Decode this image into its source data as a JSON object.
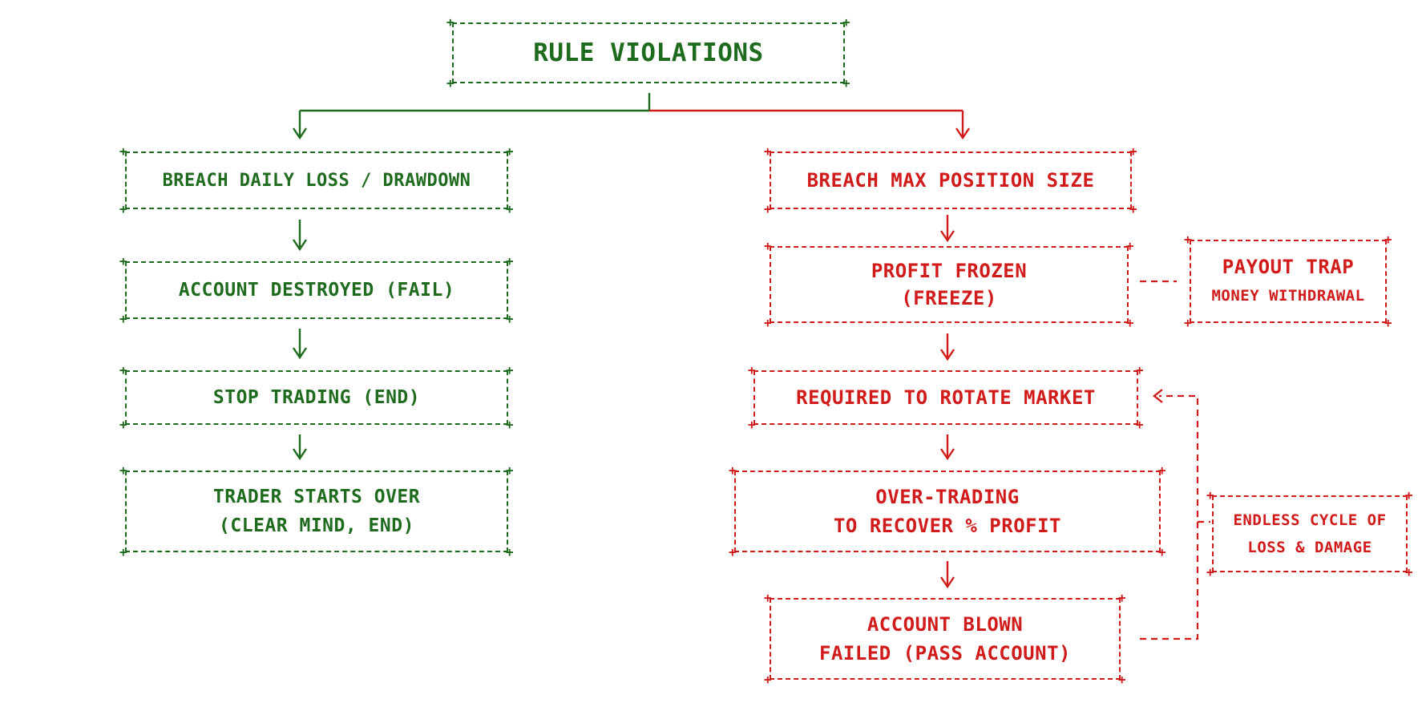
{
  "colors": {
    "green": "#1e6b1e",
    "red": "#d11a1a"
  },
  "root": {
    "title": "RULE VIOLATIONS"
  },
  "green_branch": [
    {
      "lines": [
        "BREACH DAILY LOSS / DRAWDOWN"
      ]
    },
    {
      "lines": [
        "ACCOUNT DESTROYED (FAIL)"
      ]
    },
    {
      "lines": [
        "STOP TRADING (END)"
      ]
    },
    {
      "lines": [
        "TRADER STARTS OVER",
        "(CLEAR MIND, END)"
      ]
    }
  ],
  "red_branch": [
    {
      "lines": [
        "BREACH MAX POSITION SIZE"
      ]
    },
    {
      "lines": [
        "PROFIT FROZEN",
        "(FREEZE)"
      ]
    },
    {
      "lines": [
        "REQUIRED TO ROTATE MARKET"
      ]
    },
    {
      "lines": [
        "OVER-TRADING",
        "TO RECOVER % PROFIT"
      ]
    },
    {
      "lines": [
        "ACCOUNT BLOWN",
        "FAILED (PASS ACCOUNT)"
      ]
    }
  ],
  "side_notes": {
    "payout_trap": {
      "lines": [
        "PAYOUT TRAP",
        "MONEY WITHDRAWAL"
      ]
    },
    "endless_cycle": {
      "lines": [
        "ENDLESS CYCLE OF",
        "LOSS & DAMAGE"
      ]
    }
  }
}
